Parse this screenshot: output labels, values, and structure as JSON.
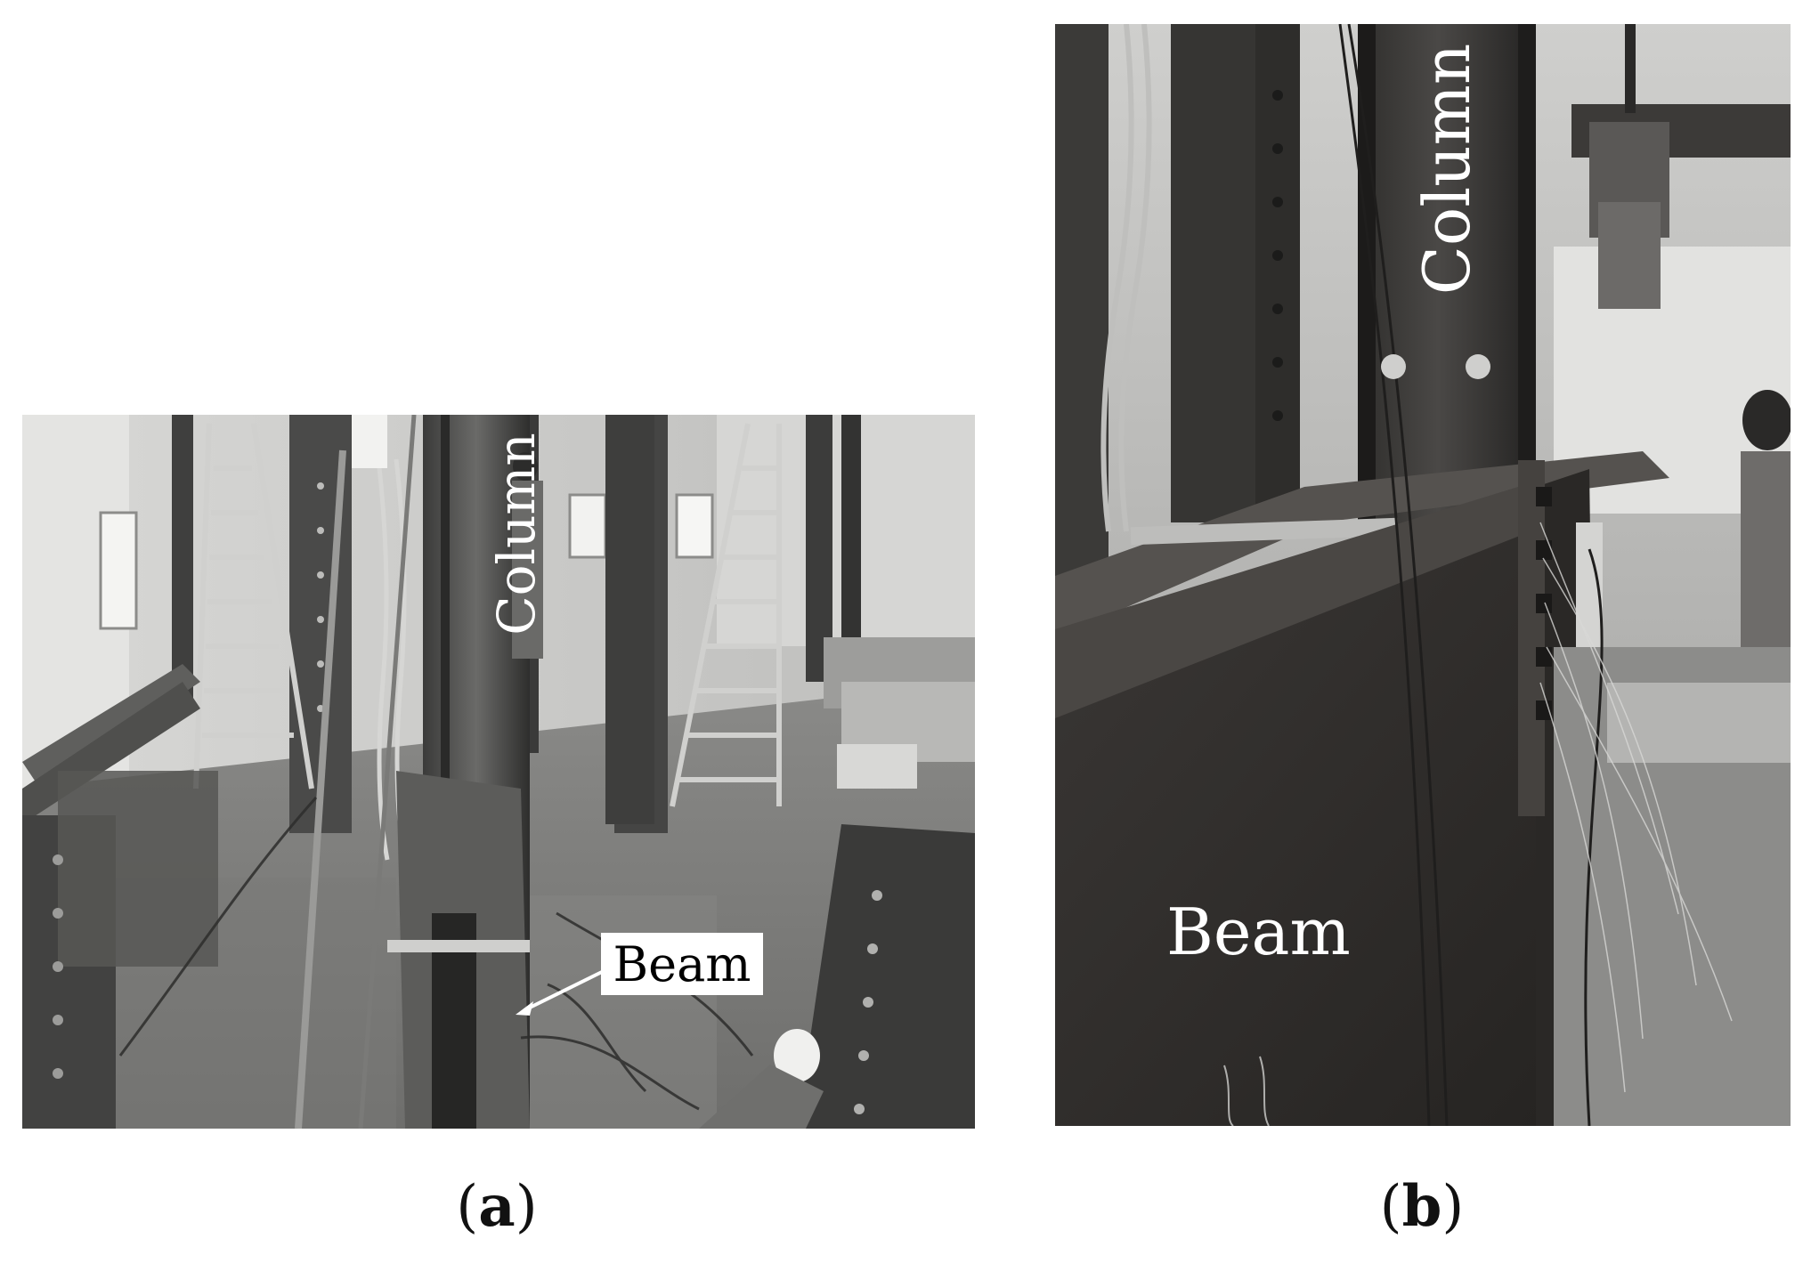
{
  "photo_a": {
    "column_label": "Column",
    "beam_label": "Beam",
    "caption_open": "(",
    "caption_letter": "a",
    "caption_close": ")"
  },
  "photo_b": {
    "column_label": "Column",
    "beam_label": "Beam",
    "caption_open": "(",
    "caption_letter": "b",
    "caption_close": ")"
  }
}
